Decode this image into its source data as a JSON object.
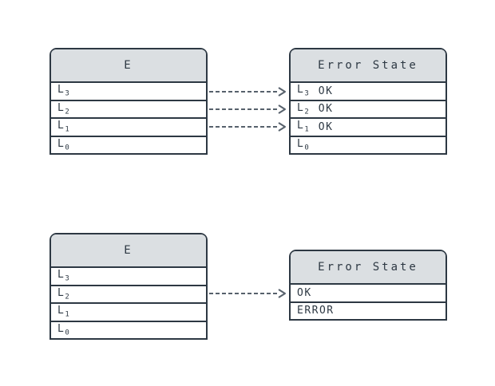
{
  "colors": {
    "background": "#ffffff",
    "header_fill": "#dbdfe2",
    "border": "#2d3843",
    "text": "#2d3843",
    "arrow": "#57616c"
  },
  "diagram_top": {
    "source": {
      "title": "E",
      "rows": [
        {
          "base": "L",
          "sub": "3"
        },
        {
          "base": "L",
          "sub": "2"
        },
        {
          "base": "L",
          "sub": "1"
        },
        {
          "base": "L",
          "sub": "0"
        }
      ]
    },
    "target": {
      "title": "Error State",
      "rows": [
        {
          "base": "L",
          "sub": "3",
          "status": "OK"
        },
        {
          "base": "L",
          "sub": "2",
          "status": "OK"
        },
        {
          "base": "L",
          "sub": "1",
          "status": "OK"
        },
        {
          "base": "L",
          "sub": "0",
          "status": ""
        }
      ]
    },
    "arrows": [
      {
        "from": "E.L3",
        "to": "Error State.L3"
      },
      {
        "from": "E.L2",
        "to": "Error State.L2"
      },
      {
        "from": "E.L1",
        "to": "Error State.L1"
      }
    ]
  },
  "diagram_bottom": {
    "source": {
      "title": "E",
      "rows": [
        {
          "base": "L",
          "sub": "3"
        },
        {
          "base": "L",
          "sub": "2"
        },
        {
          "base": "L",
          "sub": "1"
        },
        {
          "base": "L",
          "sub": "0"
        }
      ]
    },
    "target": {
      "title": "Error State",
      "rows": [
        {
          "label": "OK"
        },
        {
          "label": "ERROR"
        }
      ]
    },
    "arrows": [
      {
        "from": "E.L2",
        "to": "Error State.OK"
      }
    ]
  }
}
